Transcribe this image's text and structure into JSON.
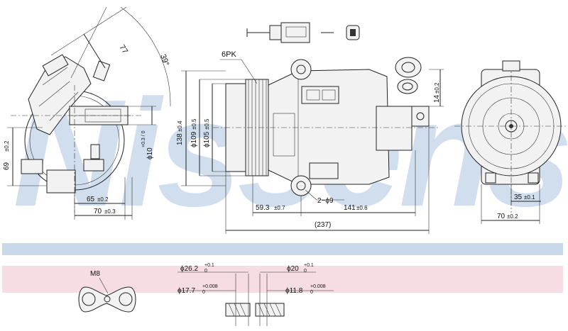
{
  "watermark": "Nissens",
  "colors": {
    "watermark": "#c9d9ea",
    "band_blue": "#c9d9ea",
    "band_pink": "#f6dde3",
    "line": "#222222"
  },
  "left_view": {
    "angle_length": "77",
    "angle_deg": "39°",
    "shaft_dia": "ϕ10",
    "shaft_tol": "+0.3 / 0",
    "height": "69",
    "height_tol": "±0.2",
    "width_inner": "65",
    "width_inner_tol": "±0.2",
    "width_outer": "70",
    "width_outer_tol": "±0.3"
  },
  "side_view": {
    "belt": "6PK",
    "dia_overall": "138",
    "dia_overall_tol": "±0.4",
    "dia_pulley_1": "ϕ109",
    "dia_pulley_1_tol": "±0.5",
    "dia_pulley_2": "ϕ105",
    "dia_pulley_2_tol": "±0.5",
    "holes": "2−ϕ9",
    "len_a": "59.3",
    "len_a_tol": "±0.7",
    "len_b": "141",
    "len_b_tol": "±0.6",
    "len_total": "(237)",
    "port_offset": "14",
    "port_offset_tol": "±0.2"
  },
  "right_view": {
    "width": "70",
    "width_tol": "±0.2",
    "offset": "35",
    "offset_tol": "±0.1"
  },
  "fittings": {
    "thread": "M8",
    "d1": "ϕ26.2",
    "d1_tol_up": "+0.1",
    "d1_tol_low": "0",
    "d2": "ϕ17.7",
    "d2_tol_up": "+0.008",
    "d2_tol_low": "0",
    "d3": "ϕ20",
    "d3_tol_up": "+0.1",
    "d3_tol_low": "0",
    "d4": "ϕ11.8",
    "d4_tol_up": "+0.008",
    "d4_tol_low": "0"
  }
}
